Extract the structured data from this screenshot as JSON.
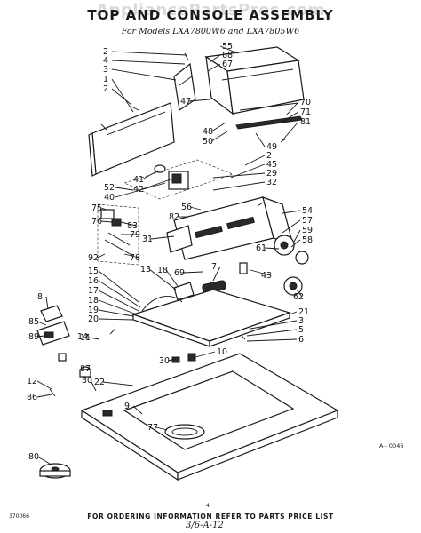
{
  "header": {
    "watermark": "AppliancePartsPros.com",
    "title": "TOP AND CONSOLE ASSEMBLY",
    "subtitle": "For Models LXA7800W6 and LXA7805W6"
  },
  "diagram": {
    "code": "A - 0046",
    "footer": "FOR ORDERING INFORMATION REFER TO PARTS PRICE LIST",
    "doc_number": "370066",
    "page_marker": "4",
    "handwritten_note": "3/6-A-12"
  },
  "callouts": [
    "2",
    "4",
    "3",
    "1",
    "2",
    "55",
    "68",
    "67",
    "47",
    "70",
    "71",
    "81",
    "48",
    "50",
    "49",
    "2",
    "45",
    "29",
    "32",
    "52",
    "40",
    "41",
    "42",
    "56",
    "82",
    "54",
    "57",
    "59",
    "58",
    "75",
    "76",
    "83",
    "79",
    "31",
    "61",
    "92",
    "78",
    "43",
    "62",
    "18",
    "7",
    "69",
    "13",
    "15",
    "16",
    "17",
    "18",
    "19",
    "20",
    "8",
    "85",
    "89",
    "11",
    "14",
    "21",
    "3",
    "5",
    "6",
    "87",
    "12",
    "86",
    "30",
    "22",
    "9",
    "77",
    "30",
    "10",
    "80"
  ]
}
